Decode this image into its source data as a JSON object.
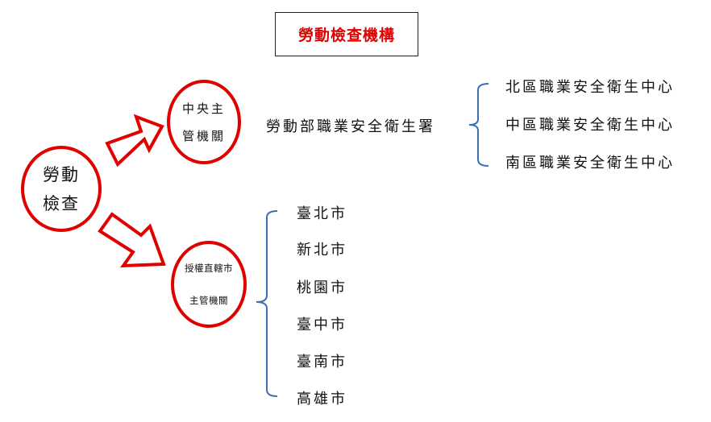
{
  "title": "勞動檢查機構",
  "root": {
    "line1": "勞動",
    "line2": "檢查"
  },
  "central": {
    "line1": "中央主",
    "line2": "管機關",
    "agency": "勞動部職業安全衛生署",
    "centers": [
      "北區職業安全衛生中心",
      "中區職業安全衛生中心",
      "南區職業安全衛生中心"
    ]
  },
  "local": {
    "line1": "授權直轄市",
    "line2": "主管機關",
    "cities": [
      "臺北市",
      "新北市",
      "桃園市",
      "臺中市",
      "臺南市",
      "高雄市"
    ]
  },
  "colors": {
    "accent": "#e00000",
    "bracket": "#3a6fb0",
    "text": "#111111"
  }
}
